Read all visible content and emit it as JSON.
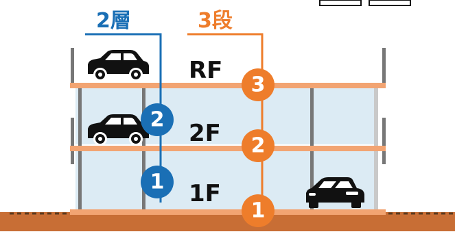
{
  "headings": {
    "layers": {
      "label": "2層",
      "color": "#1a6fb5"
    },
    "steps": {
      "label": "3段",
      "color": "#ee7d2b"
    }
  },
  "floor_labels": {
    "rf": "RF",
    "f2": "2F",
    "f1": "1F"
  },
  "layer_markers": [
    "1",
    "2"
  ],
  "step_markers": [
    "1",
    "2",
    "3"
  ],
  "colors": {
    "deck": "#f2a472",
    "glass": "#dcebf4",
    "column": "#777777",
    "ground": "#c86e35",
    "car": "#111111"
  },
  "cars": [
    {
      "location": "RF",
      "icon": "car-icon"
    },
    {
      "location": "2F",
      "icon": "car-icon"
    },
    {
      "location": "1F",
      "icon": "car-icon"
    }
  ]
}
